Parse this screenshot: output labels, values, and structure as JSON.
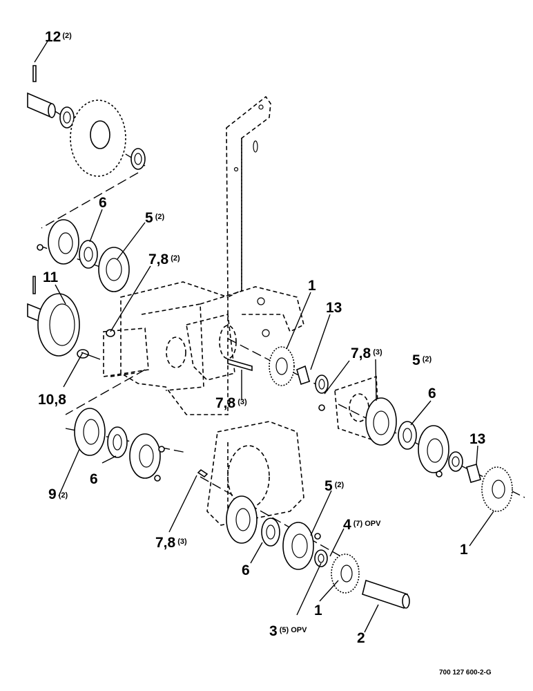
{
  "labels": {
    "l12": {
      "num": "12",
      "qty": "(2)"
    },
    "l6_top": {
      "num": "6",
      "qty": ""
    },
    "l5_top": {
      "num": "5",
      "qty": "(2)"
    },
    "l78_top": {
      "num": "7,8",
      "qty": "(2)"
    },
    "l11": {
      "num": "11",
      "qty": ""
    },
    "l1_upper": {
      "num": "1",
      "qty": ""
    },
    "l13_upper": {
      "num": "13",
      "qty": ""
    },
    "l78_right": {
      "num": "7,8",
      "qty": "(3)"
    },
    "l5_right": {
      "num": "5",
      "qty": "(2)"
    },
    "l6_right": {
      "num": "6",
      "qty": ""
    },
    "l108": {
      "num": "10,8",
      "qty": ""
    },
    "l78_mid": {
      "num": "7,8",
      "qty": "(3)"
    },
    "l13_lower": {
      "num": "13",
      "qty": ""
    },
    "l9": {
      "num": "9",
      "qty": "(2)"
    },
    "l6_left": {
      "num": "6",
      "qty": ""
    },
    "l5_lower": {
      "num": "5",
      "qty": "(2)"
    },
    "l4": {
      "num": "4",
      "qty": "(7) OPV"
    },
    "l78_bottom": {
      "num": "7,8",
      "qty": "(3)"
    },
    "l6_bottom": {
      "num": "6",
      "qty": ""
    },
    "l1_right": {
      "num": "1",
      "qty": ""
    },
    "l1_bottom": {
      "num": "1",
      "qty": ""
    },
    "l3": {
      "num": "3",
      "qty": "(5) OPV"
    },
    "l2": {
      "num": "2",
      "qty": ""
    }
  },
  "drawing_number": "700 127 600-2-G"
}
